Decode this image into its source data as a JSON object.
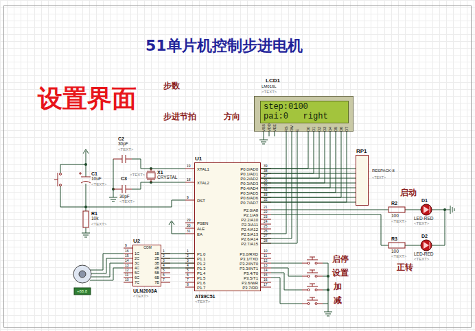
{
  "diagram": {
    "title": "51单片机控制步进电机",
    "nodes": [
      {
        "text": [
          "LCD1",
          "LM016L",
          "<TEXT>",
          "step:0100",
          "pai:0   right",
          "VSS",
          "VDD",
          "VEE",
          "RS",
          "RW",
          "E",
          "D0",
          "D1",
          "D2",
          "D3",
          "D4",
          "D5",
          "D6",
          "D7"
        ]
      },
      {
        "text": [
          "U1",
          "AT89C51",
          "<TEXT>",
          "XTAL1",
          "XTAL2",
          "RST",
          "PSEN",
          "ALE",
          "EA",
          "P1.0",
          "P1.1",
          "P1.2",
          "P1.3",
          "P1.4",
          "P1.5",
          "P1.6",
          "P1.7",
          "P0.0/AD0",
          "P0.1/AD1",
          "P0.2/AD2",
          "P0.3/AD3",
          "P0.4/AD4",
          "P0.5/AD5",
          "P0.6/AD6",
          "P0.7/AD7",
          "P2.0/A8",
          "P2.1/A9",
          "P2.2/A10",
          "P2.3/A11",
          "P2.4/A12",
          "P2.5/A13",
          "P2.6/A14",
          "P2.7/A15",
          "P3.0/RXD",
          "P3.1/TXD",
          "P3.2/INT0",
          "P3.3/INT1",
          "P3.4/T0",
          "P3.5/T1",
          "P3.6/WR",
          "P3.7/RD"
        ]
      },
      {
        "text": [
          "U2",
          "ULN2003A",
          "<TEXT>",
          "COM",
          "1B",
          "2B",
          "3B",
          "4B",
          "5B",
          "6B",
          "7B",
          "1C",
          "2C",
          "3C",
          "4C",
          "5C",
          "6C",
          "7C"
        ]
      },
      {
        "text": [
          "RP1",
          "RESPACK-8",
          "<TEXT>"
        ]
      }
    ],
    "edges": [
      {
        "from": 1,
        "to": 3,
        "arrow": "none"
      },
      {
        "from": 1,
        "to": 3,
        "arrow": "none"
      },
      {
        "from": 1,
        "to": 3,
        "arrow": "none"
      },
      {
        "from": 1,
        "to": 3,
        "arrow": "none"
      },
      {
        "from": 1,
        "to": 3,
        "arrow": "none"
      },
      {
        "from": 1,
        "to": 3,
        "arrow": "none"
      },
      {
        "from": 1,
        "to": 3,
        "arrow": "none"
      },
      {
        "from": 1,
        "to": 3,
        "arrow": "none"
      },
      {
        "from": 1,
        "to": 0,
        "arrow": "none"
      },
      {
        "from": 1,
        "to": 0,
        "arrow": "none"
      },
      {
        "from": 1,
        "to": 0,
        "arrow": "none"
      },
      {
        "from": 1,
        "to": 0,
        "arrow": "none"
      },
      {
        "from": 1,
        "to": 0,
        "arrow": "none"
      },
      {
        "from": 1,
        "to": 0,
        "arrow": "none"
      },
      {
        "from": 1,
        "to": 0,
        "arrow": "none"
      },
      {
        "from": 1,
        "to": 0,
        "arrow": "none"
      },
      {
        "from": 1,
        "to": 0,
        "arrow": "none"
      },
      {
        "from": 1,
        "to": 0,
        "arrow": "none"
      },
      {
        "from": 1,
        "to": 0,
        "arrow": "none"
      },
      {
        "from": 1,
        "to": 2,
        "arrow": "none"
      },
      {
        "from": 1,
        "to": 2,
        "arrow": "none"
      },
      {
        "from": 1,
        "to": 2,
        "arrow": "none"
      },
      {
        "from": 1,
        "to": 2,
        "arrow": "none"
      }
    ],
    "labels": [
      "设置界面",
      "步数",
      "步进节拍",
      "方向",
      "启动",
      "正转",
      "启停",
      "设置",
      "加",
      "减",
      "C2",
      "30pF",
      "<TEXT>",
      "C3",
      "30pF",
      "<TEXT>",
      "X1",
      "CRYSTAL",
      "<TEXT>",
      "C1",
      "10uF",
      "<TEXT>",
      "R1",
      "10k",
      "<TEXT>",
      "R2",
      "100",
      "<TEXT>",
      "R3",
      "100",
      "<TEXT>",
      "D1",
      "LED-RED",
      "<TEXT>",
      "D2",
      "LED-RED",
      "<TEXT>",
      "+88.8",
      "19",
      "18",
      "9",
      "29",
      "30",
      "31",
      "1",
      "2",
      "3",
      "4",
      "5",
      "6",
      "7",
      "8",
      "39",
      "38",
      "37",
      "36",
      "35",
      "34",
      "33",
      "32",
      "21",
      "22",
      "23",
      "24",
      "25",
      "26",
      "27",
      "28",
      "10",
      "11",
      "12",
      "13",
      "14",
      "15",
      "16",
      "17",
      "9",
      "16",
      "15",
      "14",
      "13",
      "12",
      "11",
      "10",
      "1",
      "2",
      "3",
      "4",
      "5",
      "6",
      "7"
    ]
  }
}
